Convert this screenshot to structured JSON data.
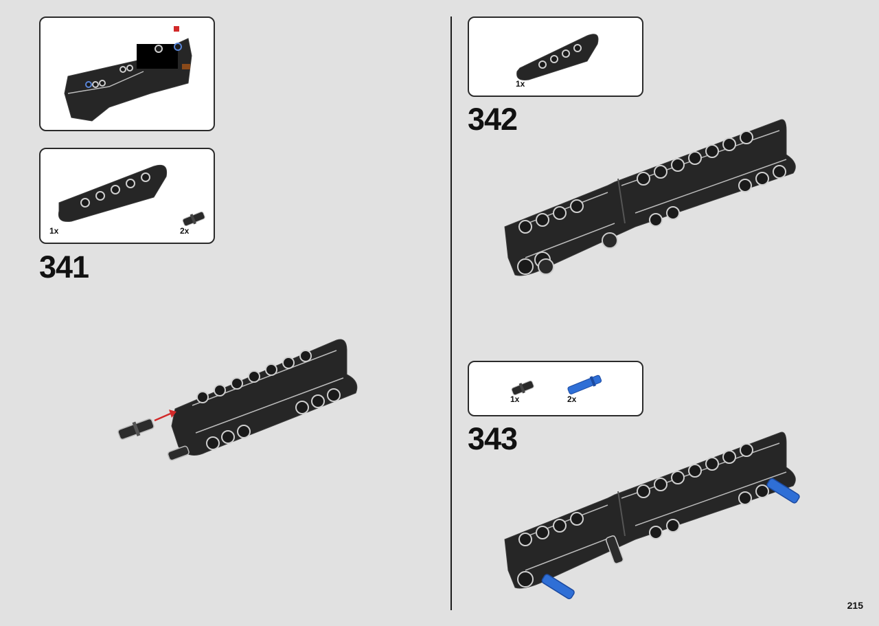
{
  "steps": [
    {
      "number": "341",
      "parts": [
        {
          "qty": "1x",
          "icon": "curved-beam-part"
        },
        {
          "qty": "2x",
          "icon": "black-pin-part"
        }
      ]
    },
    {
      "number": "342",
      "parts": [
        {
          "qty": "1x",
          "icon": "curved-beam-part"
        }
      ]
    },
    {
      "number": "343",
      "parts": [
        {
          "qty": "1x",
          "icon": "black-pin-part"
        },
        {
          "qty": "2x",
          "icon": "blue-axle-pin-part"
        }
      ]
    }
  ],
  "page_number": "215",
  "colors": {
    "background": "#e1e1e1",
    "part_black": "#262626",
    "pin_blue": "#2f6fd6",
    "arrow_red": "#d22a2a"
  }
}
